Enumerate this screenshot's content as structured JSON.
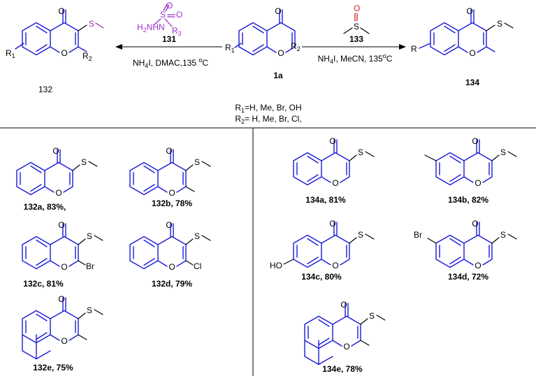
{
  "reaction": {
    "reagent_131": {
      "id": "131",
      "atom_s": "S",
      "atom_o1": "O",
      "atom_o2": "O",
      "group_left": "H2NHN",
      "group_r": "R3"
    },
    "conditions_left": "NH4I, DMAC,135 oC",
    "reagent_133": {
      "id": "133",
      "atom_s": "S",
      "atom_o": "O"
    },
    "conditions_right": "NH4I, MeCN, 135oC",
    "substrate_label": "1a",
    "product_left_label": "132",
    "product_right_label": "134",
    "scope_r1": "R1=H, Me, Br, OH",
    "scope_r2": "R2= H, Me, Br, Cl,",
    "colors": {
      "chromone": "#1a1ad6",
      "sulfonyl_hydrazide": "#9b30c8",
      "dmso_oxygen": "#d62020",
      "sulfur_bond": "#000000"
    }
  },
  "left_products": [
    {
      "label": "132a, 83%,",
      "r2": ""
    },
    {
      "label": "132b, 78%",
      "r2": ""
    },
    {
      "label": "132c, 81%",
      "r2": "Br"
    },
    {
      "label": "132d, 79%",
      "r2": "Cl"
    },
    {
      "label": "132e, 75%",
      "r2": ""
    }
  ],
  "right_products": [
    {
      "label": "134a, 81%",
      "sub": ""
    },
    {
      "label": "134b, 82%",
      "sub": ""
    },
    {
      "label": "134c, 80%",
      "sub": "HO"
    },
    {
      "label": "134d, 72%",
      "sub": "Br"
    },
    {
      "label": "134e, 78%",
      "sub": ""
    }
  ],
  "atoms": {
    "o": "O",
    "s": "S"
  }
}
